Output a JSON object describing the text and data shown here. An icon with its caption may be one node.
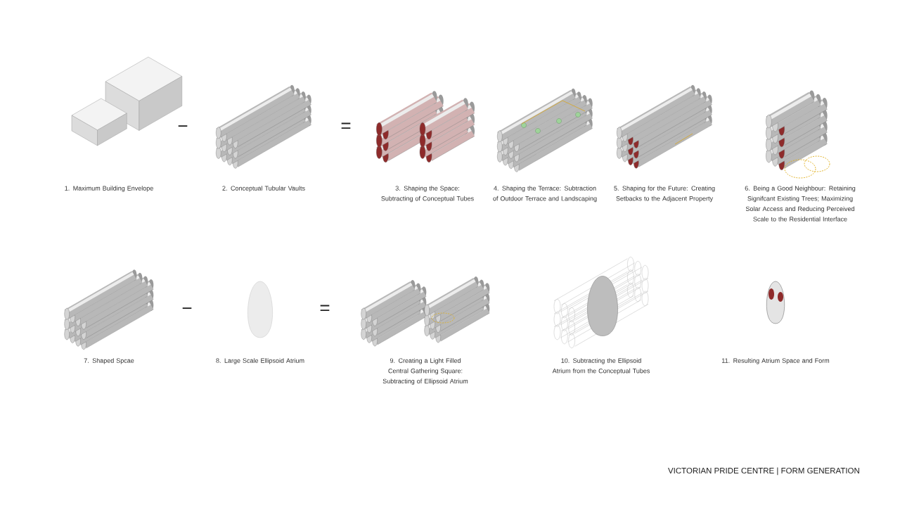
{
  "diagram": {
    "title": "VICTORIAN PRIDE CENTRE | FORM GENERATION",
    "labels": [
      "−",
      "=",
      "1. Maximum Building Envelope",
      "2. Conceptual Tubular Vaults",
      "3. Shaping the Space: Subtracting of Conceptual Tubes",
      "4. Shaping the Terrace: Subtraction of Outdoor Terrace and Landscaping",
      "5. Shaping for the Future: Creating Setbacks to the Adjacent Property",
      "6. Being a Good Neighbour: Retaining Signifcant Existing Trees; Maximizing Solar Access and Reducing Perceived Scale to the Residential Interface",
      "−",
      "=",
      "7. Shaped Spcae",
      "8. Large Scale Ellipsoid Atrium",
      "9. Creating a Light Filled Central Gathering Square: Subtracting of Ellipsoid Atrium",
      "10. Subtracting the Ellipsoid Atrium from the Conceptual Tubes",
      "11. Resulting Atrium Space and Form"
    ]
  }
}
